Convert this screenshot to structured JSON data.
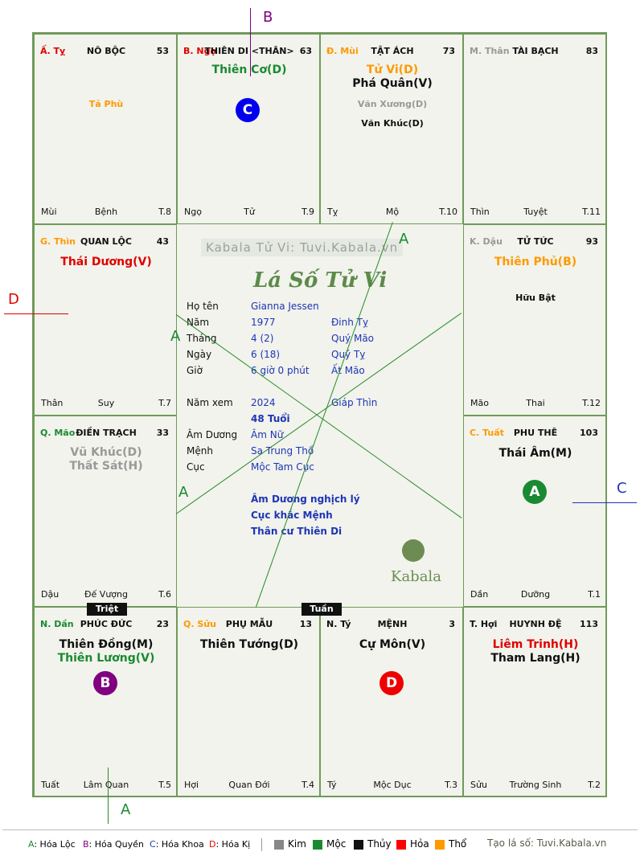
{
  "colors": {
    "kim": "#888888",
    "moc": "#1a8a32",
    "thuy": "#111111",
    "hoa": "#ff0000",
    "tho": "#ff9900",
    "locLetter": "#1a8a32",
    "quyenLetter": "#800080",
    "khoaLetter": "#1f35b5",
    "kiLetter": "#e00000"
  },
  "palaces": [
    {
      "id": "ty-snake",
      "stem": "Ấ. Tỵ",
      "stemColor": "#e00000",
      "name": "NÔ BỘC",
      "age": "53",
      "stars": [
        {
          "t": "Tả Phù",
          "c": "#ff9900",
          "k": "minor"
        }
      ],
      "tl": "Mùi",
      "tc": "Bệnh",
      "tr": "T.8"
    },
    {
      "id": "ngo",
      "stem": "B. Ngọ",
      "stemColor": "#e00000",
      "name": "THIÊN DI <THÂN>",
      "age": "63",
      "stars": [
        {
          "t": "Thiên Cơ(D)",
          "c": "#1a8a32",
          "k": "main"
        }
      ],
      "tl": "Ngọ",
      "tc": "Tử",
      "tr": "T.9"
    },
    {
      "id": "mui",
      "stem": "Đ. Mùi",
      "stemColor": "#ff9900",
      "name": "TẬT ÁCH",
      "age": "73",
      "stars": [
        {
          "t": "Tử Vi(D)",
          "c": "#ff9900",
          "k": "main"
        },
        {
          "t": "Phá Quân(V)",
          "c": "#111111",
          "k": "main"
        },
        {
          "t": "Văn Xương(D)",
          "c": "#999999",
          "k": "minor"
        },
        {
          "t": "Văn Khúc(D)",
          "c": "#111111",
          "k": "minor"
        }
      ],
      "tl": "Tỵ",
      "tc": "Mộ",
      "tr": "T.10"
    },
    {
      "id": "than",
      "stem": "M. Thân",
      "stemColor": "#999999",
      "name": "TÀI BẠCH",
      "age": "83",
      "stars": [],
      "tl": "Thìn",
      "tc": "Tuyệt",
      "tr": "T.11"
    },
    {
      "id": "thin",
      "stem": "G. Thìn",
      "stemColor": "#ff9900",
      "name": "QUAN LỘC",
      "age": "43",
      "stars": [
        {
          "t": "Thái Dương(V)",
          "c": "#e00000",
          "k": "main"
        }
      ],
      "tl": "Thân",
      "tc": "Suy",
      "tr": "T.7"
    },
    {
      "id": "dau",
      "stem": "K. Dậu",
      "stemColor": "#999999",
      "name": "TỬ TỨC",
      "age": "93",
      "stars": [
        {
          "t": "Thiên Phủ(B)",
          "c": "#ff9900",
          "k": "main"
        },
        {
          "t": "Hữu Bật",
          "c": "#111111",
          "k": "minor"
        }
      ],
      "tl": "Mão",
      "tc": "Thai",
      "tr": "T.12"
    },
    {
      "id": "mao",
      "stem": "Q. Mão",
      "stemColor": "#1a8a32",
      "name": "ĐIỀN TRẠCH",
      "age": "33",
      "stars": [
        {
          "t": "Vũ Khúc(D)",
          "c": "#999999",
          "k": "main"
        },
        {
          "t": "Thất Sát(H)",
          "c": "#999999",
          "k": "main"
        }
      ],
      "tl": "Dậu",
      "tc": "Đế Vượng",
      "tr": "T.6"
    },
    {
      "id": "tuat",
      "stem": "C. Tuất",
      "stemColor": "#ff9900",
      "name": "PHU THÊ",
      "age": "103",
      "stars": [
        {
          "t": "Thái Âm(M)",
          "c": "#111111",
          "k": "main"
        }
      ],
      "tl": "Dần",
      "tc": "Dưỡng",
      "tr": "T.1"
    },
    {
      "id": "dan",
      "stem": "N. Dần",
      "stemColor": "#1a8a32",
      "name": "PHÚC ĐỨC",
      "age": "23",
      "stars": [
        {
          "t": "Thiên Đồng(M)",
          "c": "#111111",
          "k": "main"
        },
        {
          "t": "Thiên Lương(V)",
          "c": "#1a8a32",
          "k": "main"
        }
      ],
      "tl": "Tuất",
      "tc": "Lâm Quan",
      "tr": "T.5"
    },
    {
      "id": "suu",
      "stem": "Q. Sửu",
      "stemColor": "#ff9900",
      "name": "PHỤ MẪU",
      "age": "13",
      "stars": [
        {
          "t": "Thiên Tướng(D)",
          "c": "#111111",
          "k": "main"
        }
      ],
      "tl": "Hợi",
      "tc": "Quan Đới",
      "tr": "T.4"
    },
    {
      "id": "ty-rat",
      "stem": "N. Tý",
      "stemColor": "#111111",
      "name": "MỆNH",
      "age": "3",
      "stars": [
        {
          "t": "Cự Môn(V)",
          "c": "#111111",
          "k": "main"
        }
      ],
      "tl": "Tý",
      "tc": "Mộc Dục",
      "tr": "T.3"
    },
    {
      "id": "hoi",
      "stem": "T. Hợi",
      "stemColor": "#111111",
      "name": "HUYNH ĐỆ",
      "age": "113",
      "stars": [
        {
          "t": "Liêm Trinh(H)",
          "c": "#e00000",
          "k": "main"
        },
        {
          "t": "Tham Lang(H)",
          "c": "#111111",
          "k": "main"
        }
      ],
      "tl": "Sửu",
      "tc": "Trường Sinh",
      "tr": "T.2"
    }
  ],
  "center": {
    "watermark": "Kabala Tử Vi: Tuvi.Kabala.vn",
    "title": "Lá Số Tử Vi",
    "rows": [
      {
        "l": "Họ tên",
        "v": "Gianna Jessen",
        "v2": ""
      },
      {
        "l": "Năm",
        "v": "1977",
        "v2": "Đinh Tỵ"
      },
      {
        "l": "Tháng",
        "v": "4  (2)",
        "v2": "Quý Mão"
      },
      {
        "l": "Ngày",
        "v": "6  (18)",
        "v2": "Quý Tỵ"
      },
      {
        "l": "Giờ",
        "v": "6 giờ 0 phút",
        "v2": "Ất Mão"
      }
    ],
    "namxem": {
      "l": "Năm xem",
      "v": "2024",
      "v2": "Giáp Thìn",
      "age": "48 Tuổi"
    },
    "rows2": [
      {
        "l": "Âm Dương",
        "v": "Âm Nữ"
      },
      {
        "l": "Mệnh",
        "v": "Sa Trung Thổ"
      },
      {
        "l": "Cục",
        "v": "Mộc Tam Cục"
      }
    ],
    "notes": [
      "Âm Dương nghịch lý",
      "Cục khắc Mệnh",
      "Thân cư Thiên Di"
    ],
    "logo": "Kabala"
  },
  "badges": [
    {
      "letter": "C",
      "color": "#0000ee",
      "cell": "ngo"
    },
    {
      "letter": "A",
      "color": "#1a8a32",
      "cell": "tuat"
    },
    {
      "letter": "B",
      "color": "#800080",
      "cell": "dan"
    },
    {
      "letter": "D",
      "color": "#ee0000",
      "cell": "ty-rat"
    }
  ],
  "tags": {
    "triet": "Triệt",
    "tuan": "Tuần"
  },
  "arrows": {
    "b": "B",
    "d": "D",
    "c": "C",
    "a1": "A",
    "a2": "A",
    "a3": "A",
    "a4": "A"
  },
  "legend": {
    "loc_l": "A",
    "loc": ": Hóa Lộc",
    "quyen_l": "B",
    "quyen": ": Hóa Quyền",
    "khoa_l": "C",
    "khoa": ": Hóa Khoa",
    "ki_l": "D",
    "ki": ": Hóa Kị",
    "kim": "Kim",
    "moc": "Mộc",
    "thuy": "Thủy",
    "hoa": "Hỏa",
    "tho": "Thổ",
    "site": "Tạo lá số: Tuvi.Kabala.vn"
  }
}
